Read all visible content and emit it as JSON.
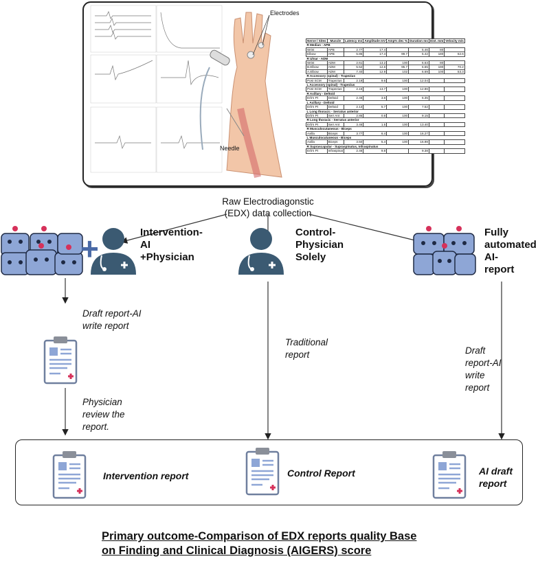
{
  "top": {
    "caption_line1": "Raw Electrodiagonstic",
    "caption_line2": "(EDX) data collection",
    "electrodes_label": "Electrodes",
    "needle_label": "Needle",
    "table": {
      "headers": [
        "Nerve / Sites",
        "Muscle",
        "Latency ms",
        "Amplitude mV",
        "Amp% dec %",
        "Duration ms",
        "Dist. mm",
        "Velocity m/s"
      ],
      "sections": [
        {
          "title": "R Median - APB",
          "rows": [
            [
              "Wrist",
              "APB",
              "2.77",
              "17.4",
              "",
              "5.46",
              "80",
              ""
            ],
            [
              "Elbow",
              "APB",
              "5.85",
              "17.4",
              "99.7",
              "5.42",
              "180",
              "62.6"
            ]
          ]
        },
        {
          "title": "R Ulnar - ADM",
          "rows": [
            [
              "Wrist",
              "ADM",
              "2.61",
              "13.2",
              "100",
              "6.63",
              "80",
              ""
            ],
            [
              "B.Elbow",
              "ADM",
              "5.52",
              "12.6",
              "95.7",
              "6.65",
              "190",
              "70.2"
            ],
            [
              "A.Elbow",
              "ADM",
              "7.40",
              "12.9",
              "102",
              "6.69",
              "100",
              "53.3"
            ]
          ]
        },
        {
          "title": "R Accessory (spinal) - Trapezius",
          "rows": [
            [
              "Post SCM",
              "Trapezius",
              "2.19",
              "9.6",
              "100",
              "12.04",
              "",
              ""
            ]
          ]
        },
        {
          "title": "L Accessory (spinal) - Trapezius",
          "rows": [
            [
              "Post SCM",
              "Trapezius",
              "2.15",
              "13.7",
              "100",
              "12.86",
              "",
              ""
            ]
          ]
        },
        {
          "title": "R Axillary - Deltoid",
          "rows": [
            [
              "Erb's Pt",
              "Deltoid",
              "2.46",
              "3.6",
              "100",
              "6.35",
              "",
              ""
            ]
          ]
        },
        {
          "title": "L Axillary - Deltoid",
          "rows": [
            [
              "Erb's Pt",
              "Deltoid",
              "2.13",
              "5.7",
              "100",
              "7.52",
              "",
              ""
            ]
          ]
        },
        {
          "title": "L Long thoracic - Serratus anterior",
          "rows": [
            [
              "Erb's Pt",
              "Serr Ant",
              "2.85",
              "0.8",
              "100",
              "9.15",
              "",
              ""
            ]
          ]
        },
        {
          "title": "R Long thoracic - Serratus anterior",
          "rows": [
            [
              "Erb's Pt",
              "Serr Ant",
              "3.46",
              "1.5",
              "100",
              "13.40",
              "",
              ""
            ]
          ]
        },
        {
          "title": "R Musculocutaneous - Biceps",
          "rows": [
            [
              "Axilla",
              "Biceps",
              "3.77",
              "6.4",
              "100",
              "16.27",
              "",
              ""
            ]
          ]
        },
        {
          "title": "L Musculocutaneous - Biceps",
          "rows": [
            [
              "Axilla",
              "Biceps",
              "3.50",
              "5.4",
              "100",
              "16.98",
              "",
              ""
            ]
          ]
        },
        {
          "title": "R Suprascapular - Supraspinatus, Infraspinatus",
          "rows": [
            [
              "Erb's Pt",
              "Infraspinat",
              "2.46",
              "9.8",
              "",
              "9.38",
              "",
              ""
            ]
          ]
        }
      ]
    }
  },
  "arms": {
    "intervention": {
      "label_line1": "Intervention-",
      "label_line2": "AI",
      "label_line3": "+Physician",
      "step1_line1": "Draft report-AI",
      "step1_line2": "write report",
      "step2_line1": "Physician",
      "step2_line2": "review the",
      "step2_line3": "report."
    },
    "control": {
      "label_line1": "Control-",
      "label_line2": "Physician",
      "label_line3": "Solely",
      "step1_line1": "Traditional",
      "step1_line2": "report"
    },
    "automated": {
      "label_line1": "Fully",
      "label_line2": "automated AI-",
      "label_line3": "report",
      "step1_line1": "Draft",
      "step1_line2": "report-AI",
      "step1_line3": "write",
      "step1_line4": "report"
    }
  },
  "outputs": {
    "intervention": "Intervention report",
    "control": "Control Report",
    "ai_line1": "AI draft",
    "ai_line2": "report"
  },
  "outcome": {
    "line1": "Primary outcome-Comparison of EDX reports quality Base",
    "line2": "on Finding and Clinical Diagnosis (AIGERS) score"
  },
  "colors": {
    "physician": "#3b5a72",
    "robot_body": "#8ea6d6",
    "robot_accent": "#d6315a",
    "clipboard": "#6f7f9e"
  }
}
